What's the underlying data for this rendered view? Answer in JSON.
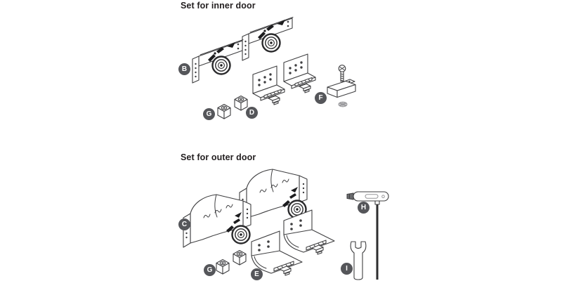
{
  "diagram": {
    "sections": [
      {
        "title": "Set for inner door",
        "parts": [
          {
            "label": "B"
          },
          {
            "label": "G"
          },
          {
            "label": "D"
          },
          {
            "label": "F"
          }
        ]
      },
      {
        "title": "Set for outer door",
        "parts": [
          {
            "label": "C"
          },
          {
            "label": "G"
          },
          {
            "label": "E"
          },
          {
            "label": "H"
          },
          {
            "label": "I"
          }
        ]
      }
    ],
    "colors": {
      "background": "#ffffff",
      "line_art": "#3f3f41",
      "black_detail": "#1c1c1e",
      "badge": "#55565a",
      "badge_text": "#ffffff",
      "title_text": "#231f20"
    }
  }
}
